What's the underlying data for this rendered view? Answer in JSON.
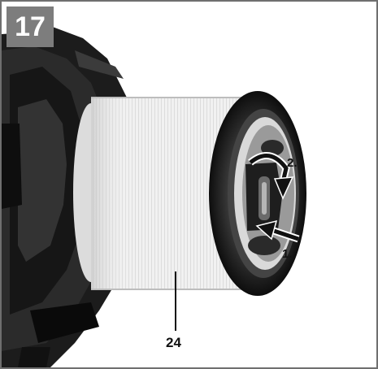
{
  "figure": {
    "number": "17",
    "step_labels": [
      "1.",
      "2."
    ],
    "part_label": "24"
  },
  "colors": {
    "frame_border": "#6f6f6f",
    "number_badge": "#7d7d7d",
    "housing": "#1a1a1a",
    "filter": "#ececec"
  },
  "icons": {
    "step1": "arrow-straight-icon",
    "step2": "arrow-curved-icon"
  }
}
